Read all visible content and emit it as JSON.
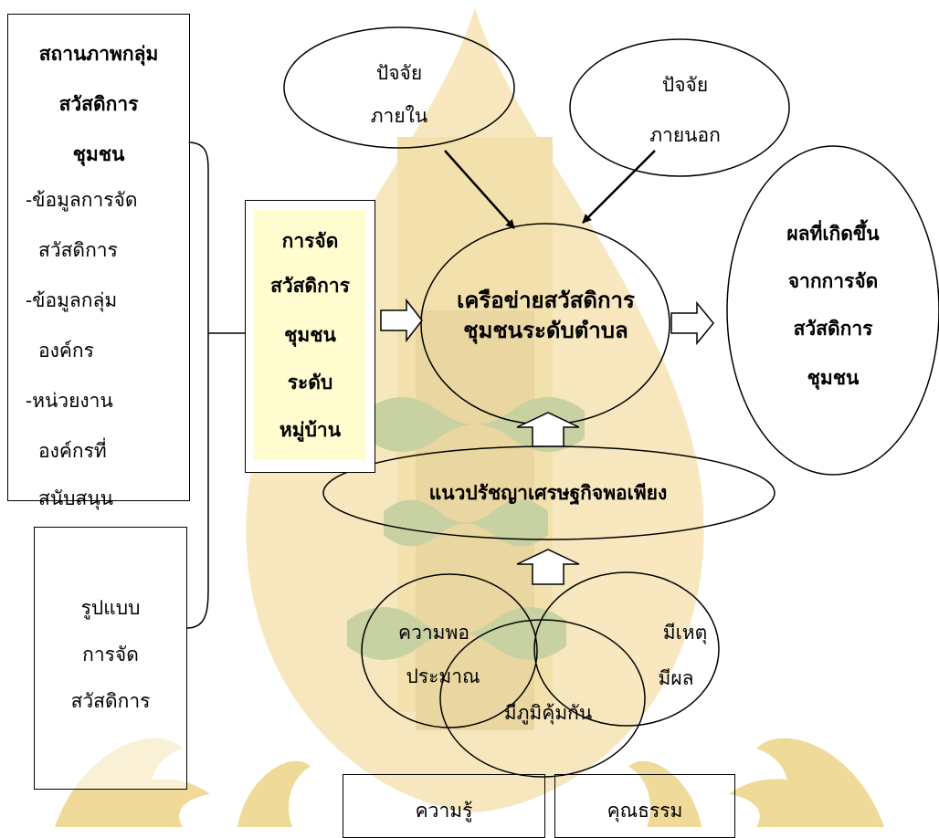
{
  "status_box": {
    "title_lines": [
      "สถานภาพกลุ่ม",
      "สวัสดิการ",
      "ชุมชน"
    ],
    "items": [
      "-ข้อมูลการจัด",
      "สวัสดิการ",
      "-ข้อมูลกลุ่ม",
      "องค์กร",
      "-หน่วยงาน",
      "องค์กรที่",
      "สนับสนุน"
    ]
  },
  "model_box": {
    "lines": [
      "รูปแบบ",
      "การจัด",
      "สวัสดิการ"
    ]
  },
  "internal_factor": {
    "lines": [
      "ปัจจัย",
      "ภายใน"
    ]
  },
  "external_factor": {
    "lines": [
      "ปัจจัย",
      "ภายนอก"
    ]
  },
  "village_box": {
    "lines": [
      "การจัด",
      "สวัสดิการ",
      "ชุมชน",
      "ระดับ",
      "หมู่บ้าน"
    ]
  },
  "network": {
    "lines": [
      "เครือข่ายสวัสดิการ",
      "ชุมชนระดับตำบล"
    ]
  },
  "outcome": {
    "lines": [
      "ผลที่เกิดขึ้น",
      "จากการจัด",
      "สวัสดิการ",
      "ชุมชน"
    ]
  },
  "philosophy": {
    "label": "แนวปรัชญาเศรษฐกิจพอเพียง"
  },
  "moderation": {
    "lines": [
      "ความพอ",
      "ประมาณ"
    ]
  },
  "reasonableness": {
    "lines": [
      "มีเหตุ",
      "มีผล"
    ]
  },
  "immunity": {
    "label": "มีภูมิคุ้มกัน"
  },
  "bottom": {
    "knowledge": "ความรู้",
    "virtue": "คุณธรรม"
  },
  "colors": {
    "stroke": "#000000",
    "highlight": "#fffdd0",
    "watermark": "#e2bd47",
    "watermark_green": "#7f9a3b"
  }
}
